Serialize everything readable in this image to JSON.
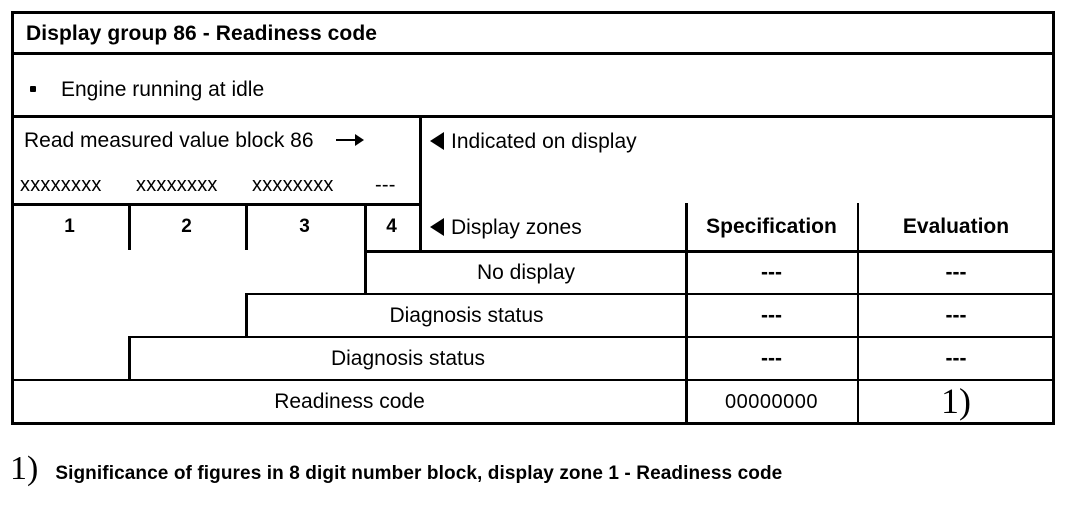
{
  "table": {
    "title": "Display group 86 - Readiness code",
    "precondition": {
      "bullet": "•",
      "text": "Engine running at idle"
    },
    "read_block": {
      "label": "Read measured value block 86",
      "arrow": "→",
      "values": [
        "xxxxxxxx",
        "xxxxxxxx",
        "xxxxxxxx",
        "---"
      ]
    },
    "indicated_on_display": "Indicated on display",
    "display_zones_label": "Display zones",
    "zone_numbers": [
      "1",
      "2",
      "3",
      "4"
    ],
    "columns": {
      "specification": "Specification",
      "evaluation": "Evaluation"
    },
    "rows": [
      {
        "zone": "4",
        "label": "No display",
        "specification": "---",
        "evaluation": "---"
      },
      {
        "zone": "3",
        "label": "Diagnosis status",
        "specification": "---",
        "evaluation": "---"
      },
      {
        "zone": "2",
        "label": "Diagnosis status",
        "specification": "---",
        "evaluation": "---"
      },
      {
        "zone": "1",
        "label": "Readiness code",
        "specification": "00000000",
        "evaluation": "1)"
      }
    ]
  },
  "footnote": {
    "marker": "1)",
    "text": "Significance of figures in 8 digit number block, display zone 1 - Readiness code"
  },
  "colors": {
    "ink": "#000000",
    "paper": "#ffffff"
  }
}
